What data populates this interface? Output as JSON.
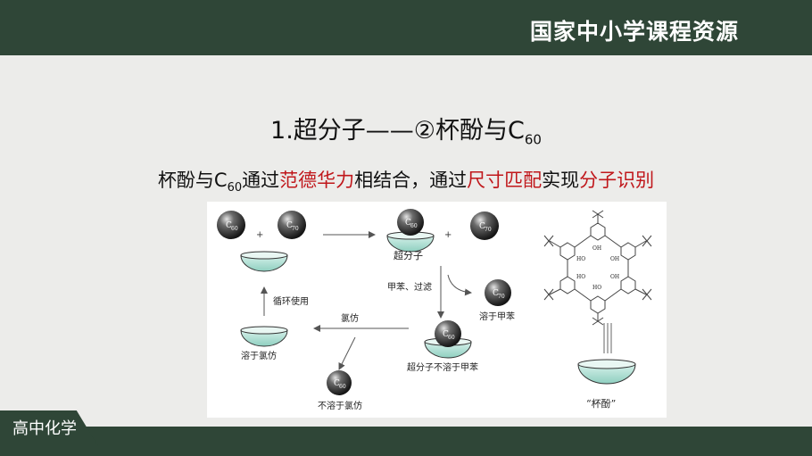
{
  "header": {
    "brand": "国家中小学课程资源"
  },
  "slide": {
    "title_main": "1.超分子——②杯酚与C",
    "title_sub": "60",
    "subtitle": {
      "part1": "杯酚与C",
      "part1_sub": "60",
      "part2": "通过",
      "red1": "范德华力",
      "part3": "相结合，通过",
      "red2": "尺寸匹配",
      "part4": "实现",
      "red3": "分子识别"
    }
  },
  "diagram": {
    "ball_c60": "C",
    "ball_c60_sub": "60",
    "ball_c70": "C",
    "ball_c70_sub": "70",
    "plus": "+",
    "label_supramolecule": "超分子",
    "label_toluene_filter": "甲苯、过滤",
    "label_dissolved_toluene": "溶于甲苯",
    "label_recycle": "循环使用",
    "label_chloroform": "氯仿",
    "label_dissolved_chloroform": "溶于氯仿",
    "label_insoluble_toluene": "超分子不溶于甲苯",
    "label_insoluble_chloroform": "不溶于氯仿",
    "label_calixarene": "“杯酚”",
    "oh_label": "OH",
    "ho_label": "HO"
  },
  "colors": {
    "bar": "#2f4637",
    "accent_red": "#c0171b",
    "bowl": "#bfe8dd"
  },
  "footer": {
    "subject": "高中化学"
  }
}
